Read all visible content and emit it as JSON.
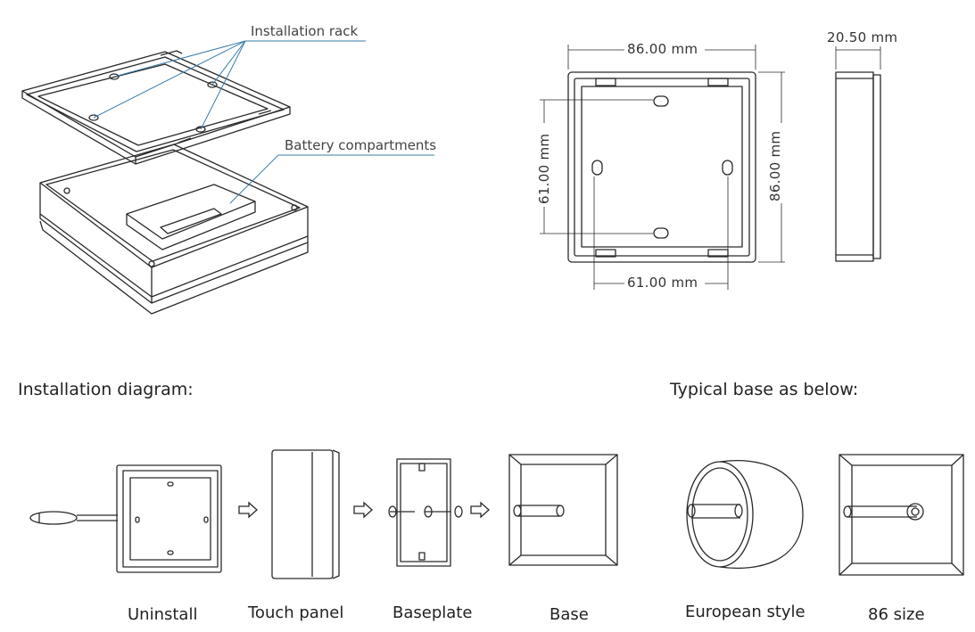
{
  "callouts": {
    "installation_rack": "Installation rack",
    "battery_compartments": "Battery compartments"
  },
  "dimensions": {
    "width_top": "86.00 mm",
    "depth": "20.50 mm",
    "height_right": "86.00 mm",
    "hole_spacing_vertical": "61.00 mm",
    "hole_spacing_bottom": "61.00 mm"
  },
  "headings": {
    "installation": "Installation diagram:",
    "typical_base": "Typical base as below:"
  },
  "steps": [
    {
      "label": "Uninstall"
    },
    {
      "label": "Touch panel"
    },
    {
      "label": "Baseplate"
    },
    {
      "label": "Base"
    }
  ],
  "bases": [
    {
      "label": "European style"
    },
    {
      "label": "86 size"
    }
  ],
  "colors": {
    "line": "#2a2a2a",
    "leader": "#3a7ca8",
    "ink": "#222222"
  }
}
